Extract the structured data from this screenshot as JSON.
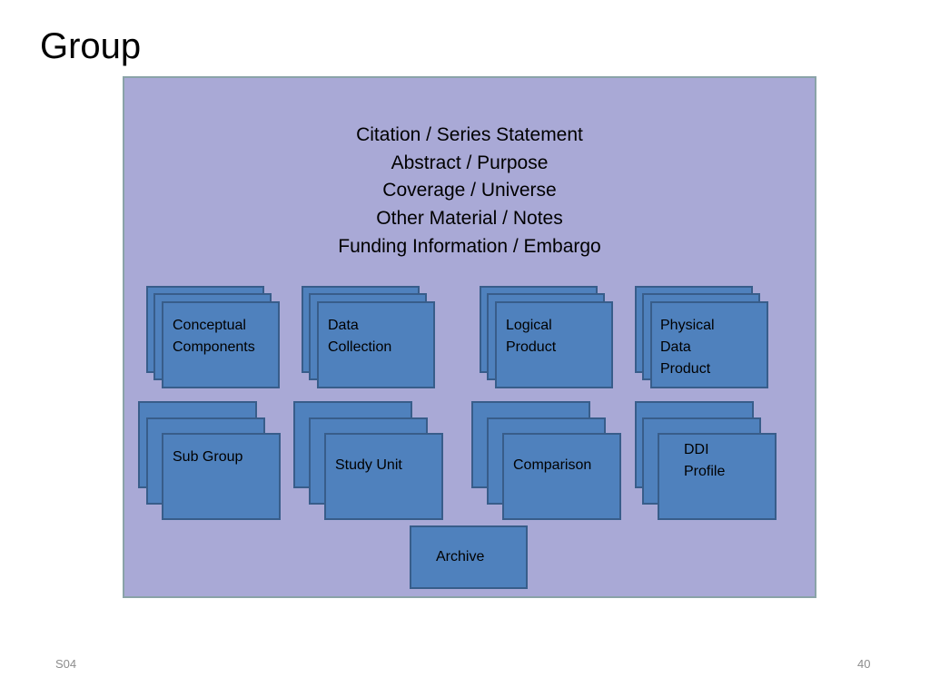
{
  "slide": {
    "title": "Group",
    "footer_left": "S04",
    "page_number": "40"
  },
  "group_panel": {
    "metadata_lines": [
      "Citation / Series Statement",
      "Abstract / Purpose",
      "Coverage / Universe",
      "Other Material / Notes",
      "Funding Information / Embargo"
    ]
  },
  "components": {
    "conceptual": "Conceptual\nComponents",
    "data_collection": "Data\nCollection",
    "logical_product": "Logical\nProduct",
    "physical_data_product": "Physical\nData\nProduct",
    "sub_group": "Sub Group",
    "study_unit": "Study Unit",
    "comparison": "Comparison",
    "ddi_profile": "DDI\nProfile",
    "archive": "Archive"
  },
  "colors": {
    "panel_fill": "#a9a9d6",
    "panel_border": "#8aa3a8",
    "box_fill": "#4f81bd",
    "box_border": "#385d8a",
    "footer_text": "#8c8c8c"
  }
}
